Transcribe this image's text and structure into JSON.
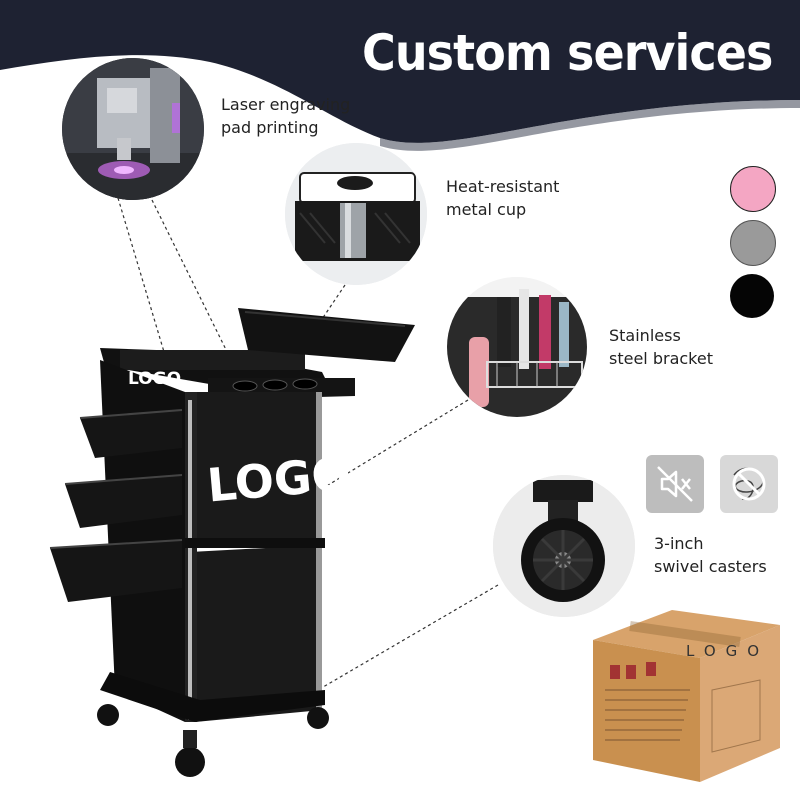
{
  "title": "Custom services",
  "features": [
    {
      "line1": "Laser engraving",
      "line2": "pad printing"
    },
    {
      "line1": "Heat-resistant",
      "line2": "metal cup"
    },
    {
      "line1": "Stainless",
      "line2": "steel bracket"
    },
    {
      "line1": "3-inch",
      "line2": "swivel casters"
    }
  ],
  "cart_logo_small": "LOGO",
  "cart_logo_large": "LOGO",
  "box_logo": "LOGO",
  "colors": {
    "banner": "#1e2232",
    "pink": "#f4a6c3",
    "gray": "#9a9a9a",
    "black": "#050505"
  },
  "icons": [
    "mute-icon",
    "no-hair-tangle-icon"
  ]
}
